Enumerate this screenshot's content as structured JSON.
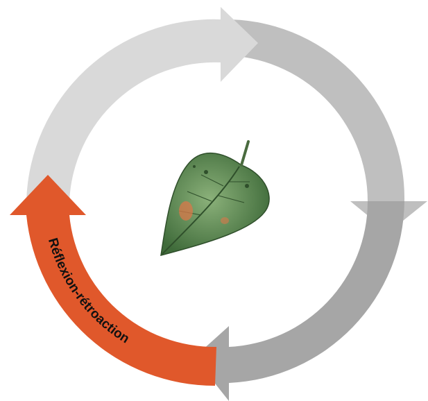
{
  "diagram": {
    "segments": [
      {
        "id": "top-left",
        "color": "#d9d9d9",
        "label": ""
      },
      {
        "id": "top-right",
        "color": "#bfbfbf",
        "label": ""
      },
      {
        "id": "bottom-right",
        "color": "#a6a6a6",
        "label": ""
      },
      {
        "id": "bottom-left",
        "color": "#e0582b",
        "label": "Réflexion-rétroaction"
      }
    ],
    "center_icon": "leaf-icon",
    "leaf_colors": {
      "dark": "#3f6b3a",
      "light": "#8bb17a",
      "spot": "#d9784a"
    }
  }
}
